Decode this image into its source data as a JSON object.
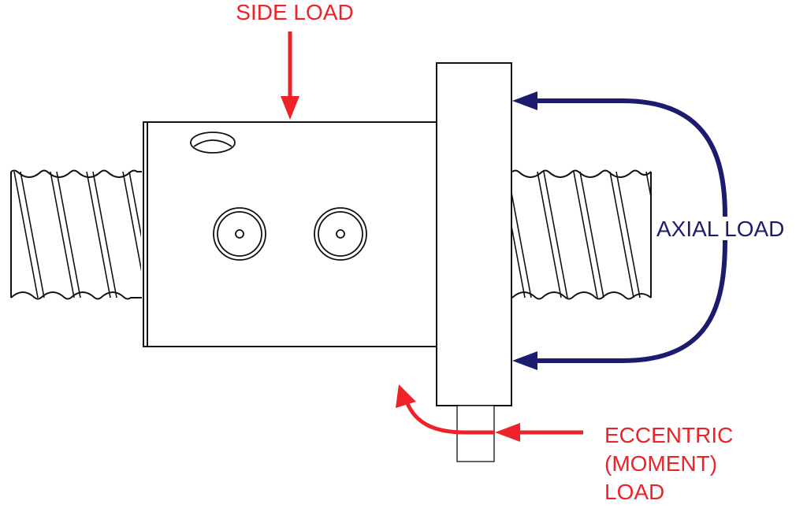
{
  "labels": {
    "side_load": "SIDE LOAD",
    "axial_load": "AXIAL LOAD",
    "eccentric_line1": "ECCENTRIC",
    "eccentric_line2": "(MOMENT)",
    "eccentric_line3": "LOAD"
  },
  "colors": {
    "red": "#ee2229",
    "navy": "#1c1c6e",
    "outline": "#111111"
  }
}
